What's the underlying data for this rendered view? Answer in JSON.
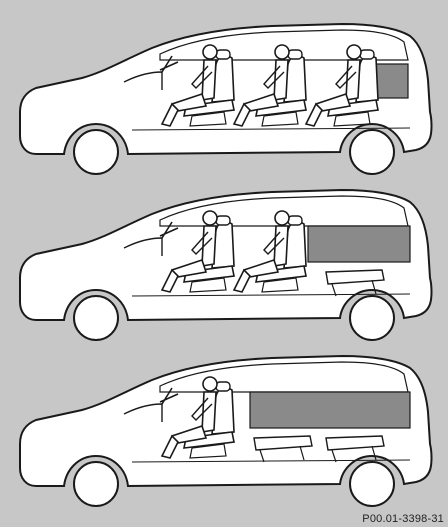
{
  "figure": {
    "reference_code": "P00.01-3398-31",
    "configurations": [
      {
        "id": "seven-seat",
        "seats_upright_rows": 3,
        "cargo_area": "small"
      },
      {
        "id": "five-seat",
        "seats_upright_rows": 2,
        "cargo_area": "medium"
      },
      {
        "id": "two-seat",
        "seats_upright_rows": 1,
        "cargo_area": "large"
      }
    ],
    "colors": {
      "background": "#c7c7c7",
      "vehicle_fill": "#ffffff",
      "outline": "#1a1a1a",
      "cargo_fill": "#8a8a8a"
    }
  }
}
